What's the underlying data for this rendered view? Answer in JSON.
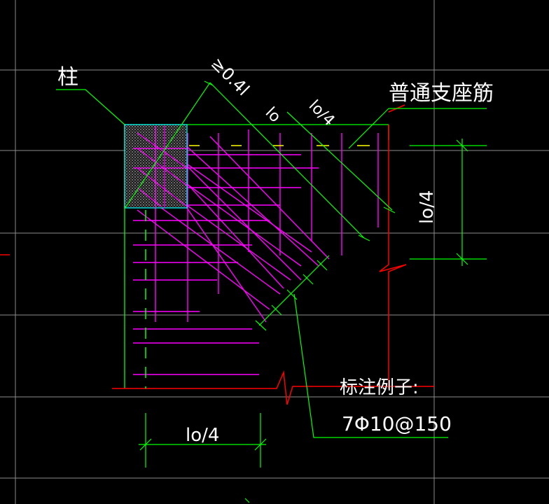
{
  "labels": {
    "column": "柱",
    "support_rebar": "普通支座筋",
    "diag_length": "≥0.4l",
    "lo_diag": "lo",
    "lo4_diag": "lo/4",
    "lo4_right": "lo/4",
    "lo4_bottom": "lo/4",
    "note_title": "标注例子:",
    "note_value": "7Φ10@150"
  },
  "colors": {
    "background": "#000000",
    "grid": "#8c8c8c",
    "outline": "#00ff00",
    "rebar": "#ff00ff",
    "short_bar": "#ffff00",
    "break_line": "#ff0000",
    "column_edge": "#00ffff",
    "text": "#ffffff"
  }
}
